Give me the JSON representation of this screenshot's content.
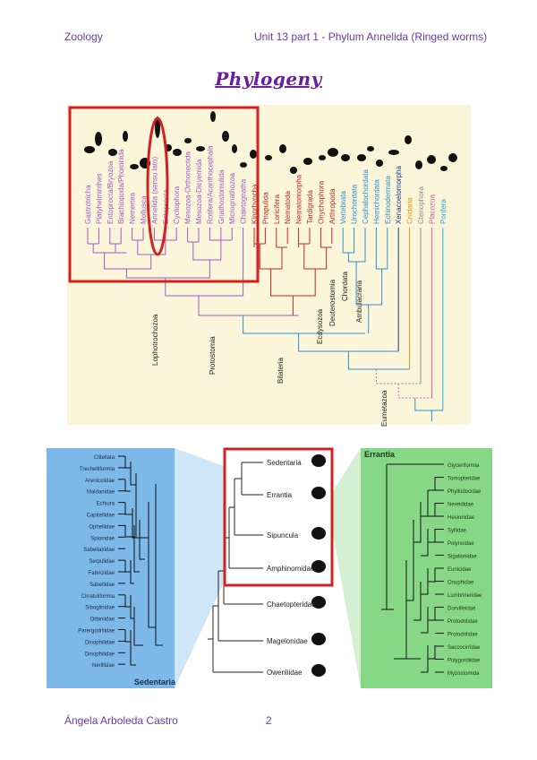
{
  "header": {
    "left": "Zoology",
    "right": "Unit 13 part 1 - Phylum  Annelida (Ringed worms)"
  },
  "title": "Phylogeny",
  "footer": {
    "author": "Ángela Arboleda Castro",
    "page": "2"
  },
  "colors": {
    "lophotrochozoa": "#a35ac9",
    "ecdysozoa": "#c22a2a",
    "deuterostomia": "#2f8fd0",
    "xenacoelomorpha": "#1c3c86",
    "cnidaria": "#ee8f1a",
    "ctenophora": "#8a8a8a",
    "placozoa": "#e35aa0",
    "porifera": "#25a8e0",
    "panel_bg": "#fbf5d9",
    "highlight": "#d42020",
    "sedentaria_bg": "#7cb9e8",
    "errantia_bg": "#86d886"
  },
  "top_tree": {
    "taxa": [
      {
        "name": "Gastrotricha",
        "group": "lophotrochozoa"
      },
      {
        "name": "Platyhelminthes",
        "group": "lophotrochozoa"
      },
      {
        "name": "Entoprocta/Bryozoa",
        "group": "lophotrochozoa"
      },
      {
        "name": "Brachiopoda/Phoronida",
        "group": "lophotrochozoa"
      },
      {
        "name": "Nemertea",
        "group": "lophotrochozoa"
      },
      {
        "name": "Mollusca",
        "group": "lophotrochozoa"
      },
      {
        "name": "Annelida (sensu lato)",
        "group": "lophotrochozoa"
      },
      {
        "name": "Entoprocta",
        "group": "lophotrochozoa"
      },
      {
        "name": "Cycliophora",
        "group": "lophotrochozoa"
      },
      {
        "name": "Mesozoa-Orthonectida",
        "group": "lophotrochozoa"
      },
      {
        "name": "Mesozoa-Dicyemida",
        "group": "lophotrochozoa"
      },
      {
        "name": "Rotifera/Acanthocephala",
        "group": "lophotrochozoa"
      },
      {
        "name": "Gnathostomulida",
        "group": "lophotrochozoa"
      },
      {
        "name": "Micrognathozoa",
        "group": "lophotrochozoa"
      },
      {
        "name": "Chaetognatha",
        "group": "lophotrochozoa"
      },
      {
        "name": "Kinorhyncha",
        "group": "ecdysozoa"
      },
      {
        "name": "Priapulida",
        "group": "ecdysozoa"
      },
      {
        "name": "Loricifera",
        "group": "ecdysozoa"
      },
      {
        "name": "Nematoda",
        "group": "ecdysozoa"
      },
      {
        "name": "Nematomorpha",
        "group": "ecdysozoa"
      },
      {
        "name": "Tardigrada",
        "group": "ecdysozoa"
      },
      {
        "name": "Onychophora",
        "group": "ecdysozoa"
      },
      {
        "name": "Arthropoda",
        "group": "ecdysozoa"
      },
      {
        "name": "Vertebrata",
        "group": "deuterostomia"
      },
      {
        "name": "Urochordata",
        "group": "deuterostomia"
      },
      {
        "name": "Cephalochordata",
        "group": "deuterostomia"
      },
      {
        "name": "Hemichordata",
        "group": "deuterostomia"
      },
      {
        "name": "Echinodermata",
        "group": "deuterostomia"
      },
      {
        "name": "Xenacoelomorpha",
        "group": "xenacoelomorpha"
      },
      {
        "name": "Cnidaria",
        "group": "cnidaria"
      },
      {
        "name": "Ctenophora",
        "group": "ctenophora"
      },
      {
        "name": "Placozoa",
        "group": "placozoa"
      },
      {
        "name": "Porifera",
        "group": "porifera"
      }
    ],
    "clades": [
      "Lophotrochozoa",
      "Protostomia",
      "Bilateria",
      "Ecdysozoa",
      "Deuterostomia",
      "Chordata",
      "Ambulacraria",
      "Eumetazoa"
    ]
  },
  "middle_tree": {
    "taxa": [
      "Sedentaria",
      "Errantia",
      "Sipuncula",
      "Amphinomidae",
      "Chaetopteridae",
      "Magelonidae",
      "Owenliidae"
    ]
  },
  "sedentaria_panel": {
    "label": "Sedentaria",
    "taxa": [
      "Clitellata",
      "Trechelliformia",
      "Arenicolidae",
      "Maldanidae",
      "Echiura",
      "Capitellidae",
      "Opheliidae",
      "Spionidae",
      "Sabellariidae",
      "Serpulidae",
      "Fabriciidae",
      "Sabellidae",
      "Cirratuliformia",
      "Siboglinidae",
      "Orbiniidae",
      "Parergodrilidae",
      "Dinophilidae",
      "Dinophilidae",
      "Nerillidae"
    ]
  },
  "errantia_panel": {
    "label": "Errantia",
    "taxa": [
      "Glyceriformia",
      "Tomopteridae",
      "Phyllodocidae",
      "Nereididae",
      "Hesionidae",
      "Syllidae",
      "Polynoidae",
      "Sigalionidae",
      "Eunicidae",
      "Onuphidae",
      "Lumbrineridae",
      "Dorvilleidae",
      "Protodrilidae",
      "Protodrilidae",
      "Saccocirridae",
      "Polygordiidae",
      "Myzostomida"
    ]
  }
}
